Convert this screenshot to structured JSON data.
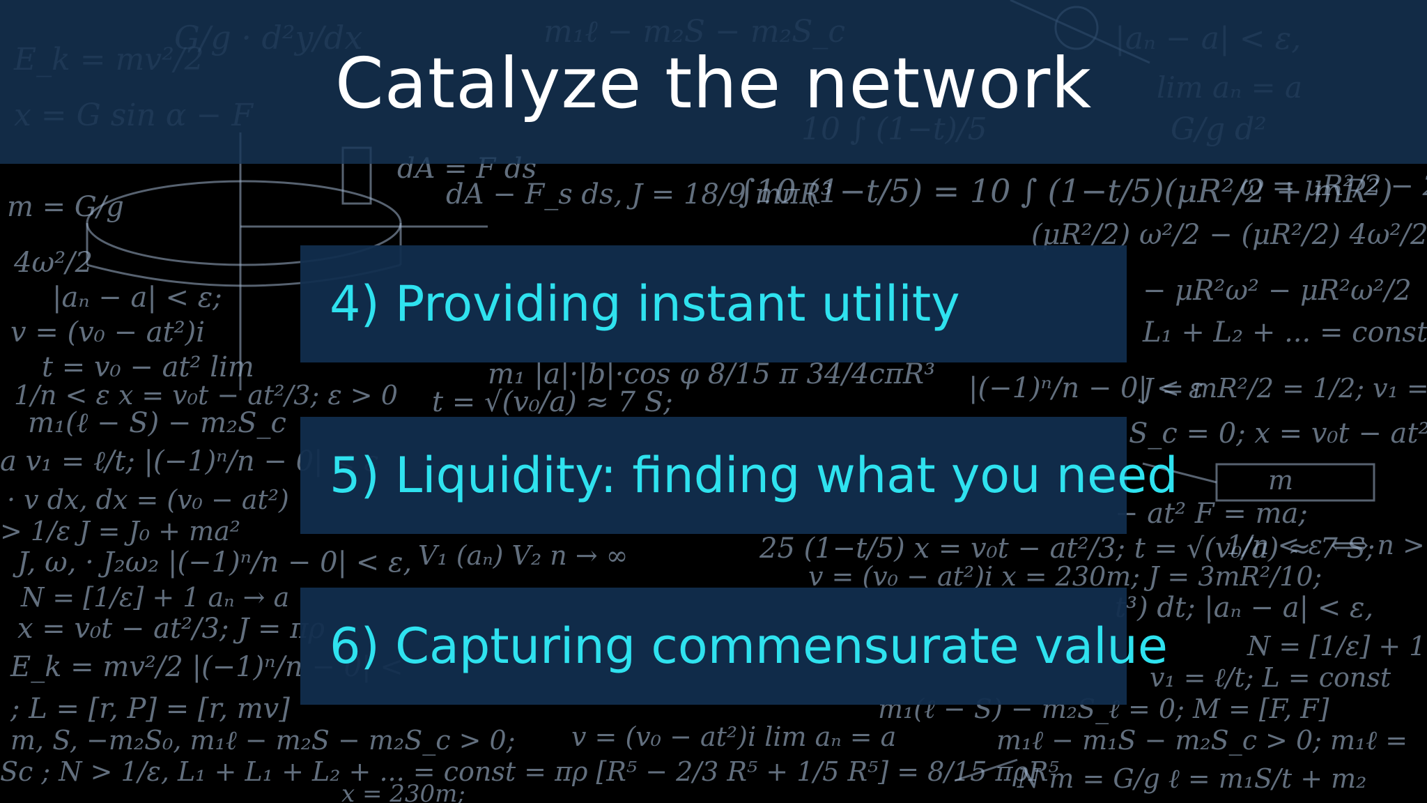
{
  "slide": {
    "title": "Catalyze the network",
    "items": [
      {
        "label": "4) Providing instant utility"
      },
      {
        "label": "5) Liquidity: finding what you need"
      },
      {
        "label": "6) Capturing commensurate value"
      }
    ]
  },
  "colors": {
    "title_band": "#163658",
    "box_fill": "#112e4e",
    "item_text": "#2fe2ef",
    "title_text": "#ffffff",
    "background": "#000000"
  }
}
